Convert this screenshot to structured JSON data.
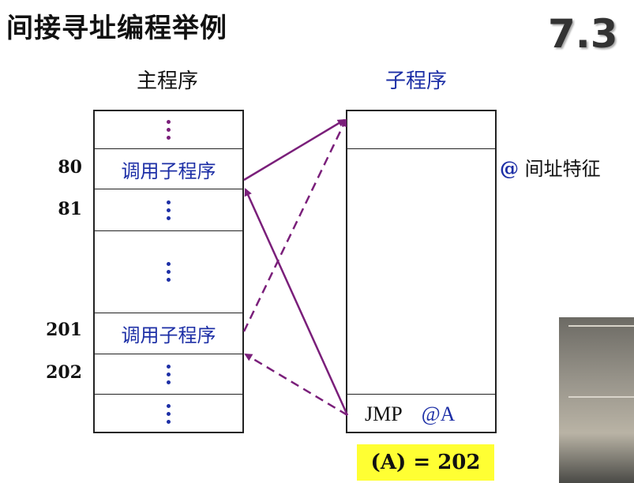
{
  "title": "间接寻址编程举例",
  "section_number": "7.3",
  "main_program": {
    "label": "主程序",
    "rows": [
      {
        "address": "",
        "content": "dots"
      },
      {
        "address": "80",
        "content": "调用子程序"
      },
      {
        "address": "81",
        "content": "dots"
      },
      {
        "address": "",
        "content": "dots"
      },
      {
        "address": "201",
        "content": "调用子程序"
      },
      {
        "address": "202",
        "content": "dots"
      },
      {
        "address": "",
        "content": "dots"
      }
    ]
  },
  "subroutine": {
    "label": "子程序",
    "jmp_instruction": "JMP",
    "jmp_operand": "@A"
  },
  "indirect_note": {
    "symbol": "@",
    "text": "间址特征"
  },
  "register_value": "(A) = 202",
  "colors": {
    "arrow": "#7a1f7a",
    "blue_text": "#1d2fa6",
    "highlight": "#ffff33"
  }
}
